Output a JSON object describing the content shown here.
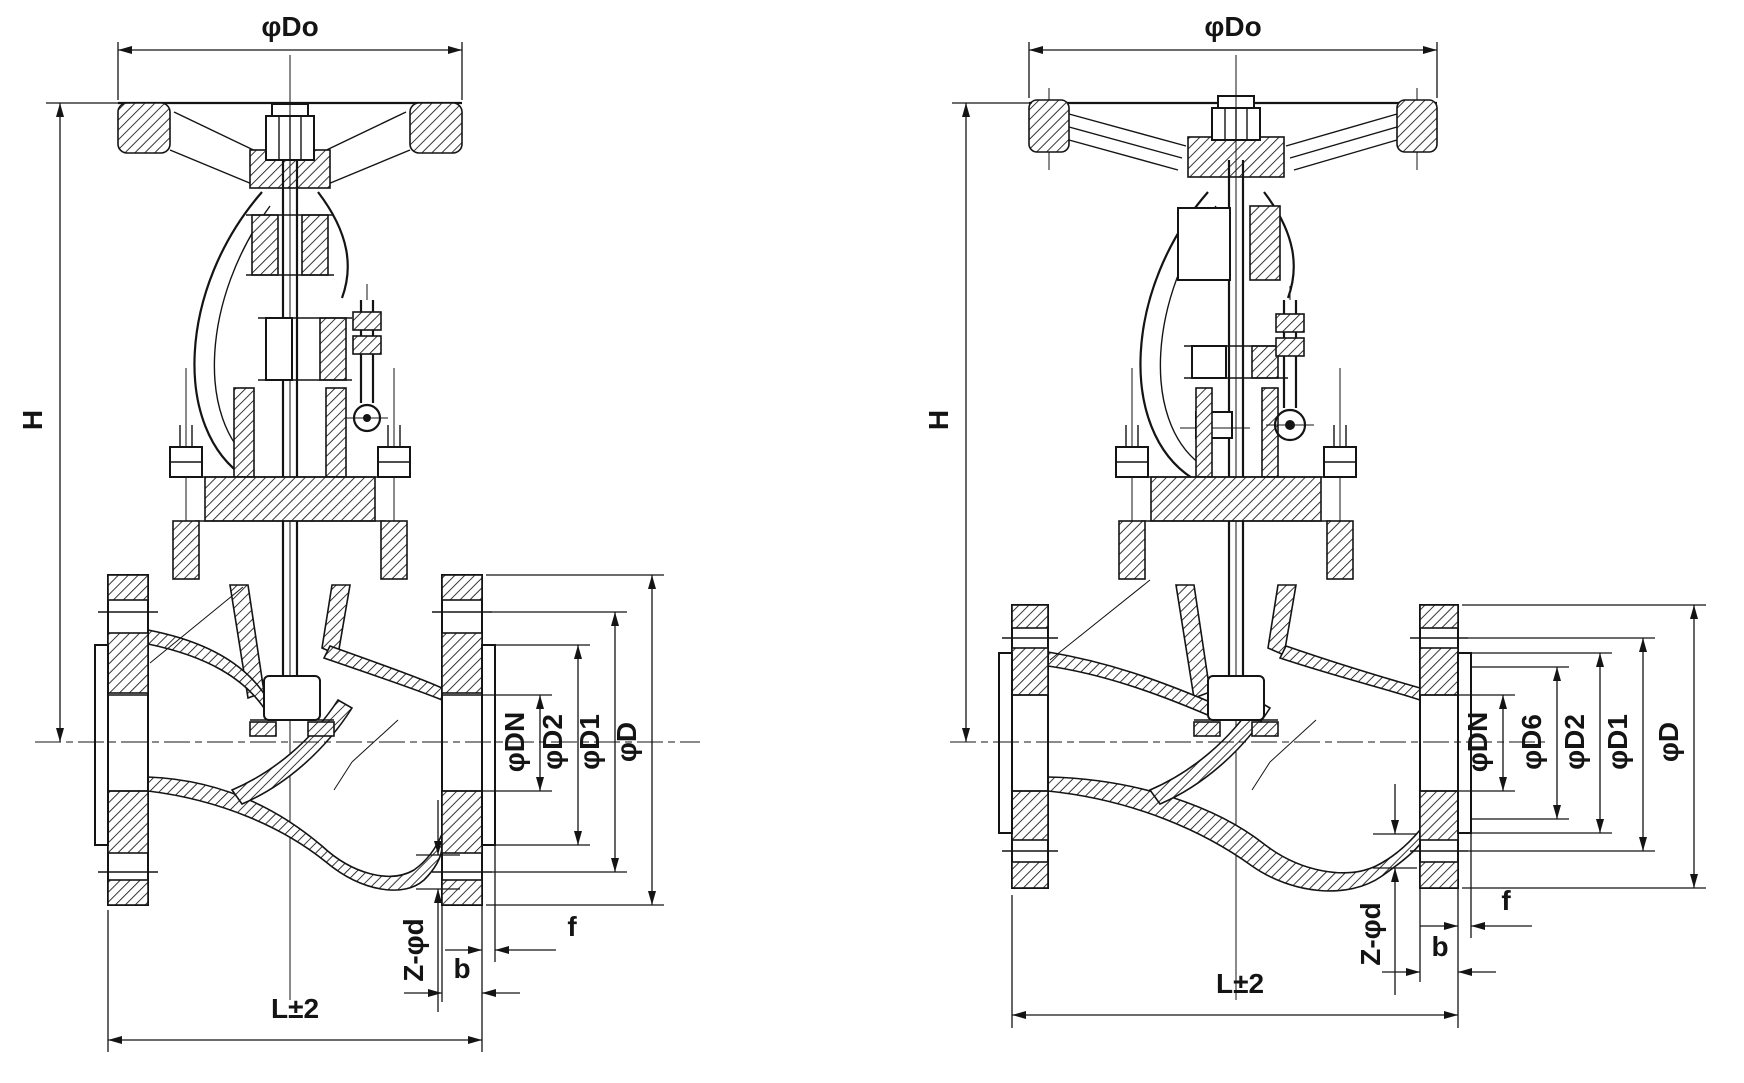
{
  "drawing": {
    "background": "#ffffff",
    "ink": "#141414",
    "valves": [
      {
        "id": "valve-a",
        "dim_labels": {
          "handwheel_diameter": "φDo",
          "height": "H",
          "nominal_bore": "φDN",
          "raised_face_diameter": "φD2",
          "bolt_circle_diameter": "φD1",
          "flange_outside_diameter": "φD",
          "bolt_holes": "Z-φd",
          "flange_thickness": "b",
          "raised_face_height": "f",
          "face_to_face_length": "L±2"
        }
      },
      {
        "id": "valve-b",
        "dim_labels": {
          "handwheel_diameter": "φDo",
          "height": "H",
          "nominal_bore": "φDN",
          "gasket_diameter": "φD6",
          "raised_face_diameter": "φD2",
          "bolt_circle_diameter": "φD1",
          "flange_outside_diameter": "φD",
          "bolt_holes": "Z-φd",
          "flange_thickness": "b",
          "raised_face_height": "f",
          "face_to_face_length": "L±2"
        }
      }
    ]
  }
}
